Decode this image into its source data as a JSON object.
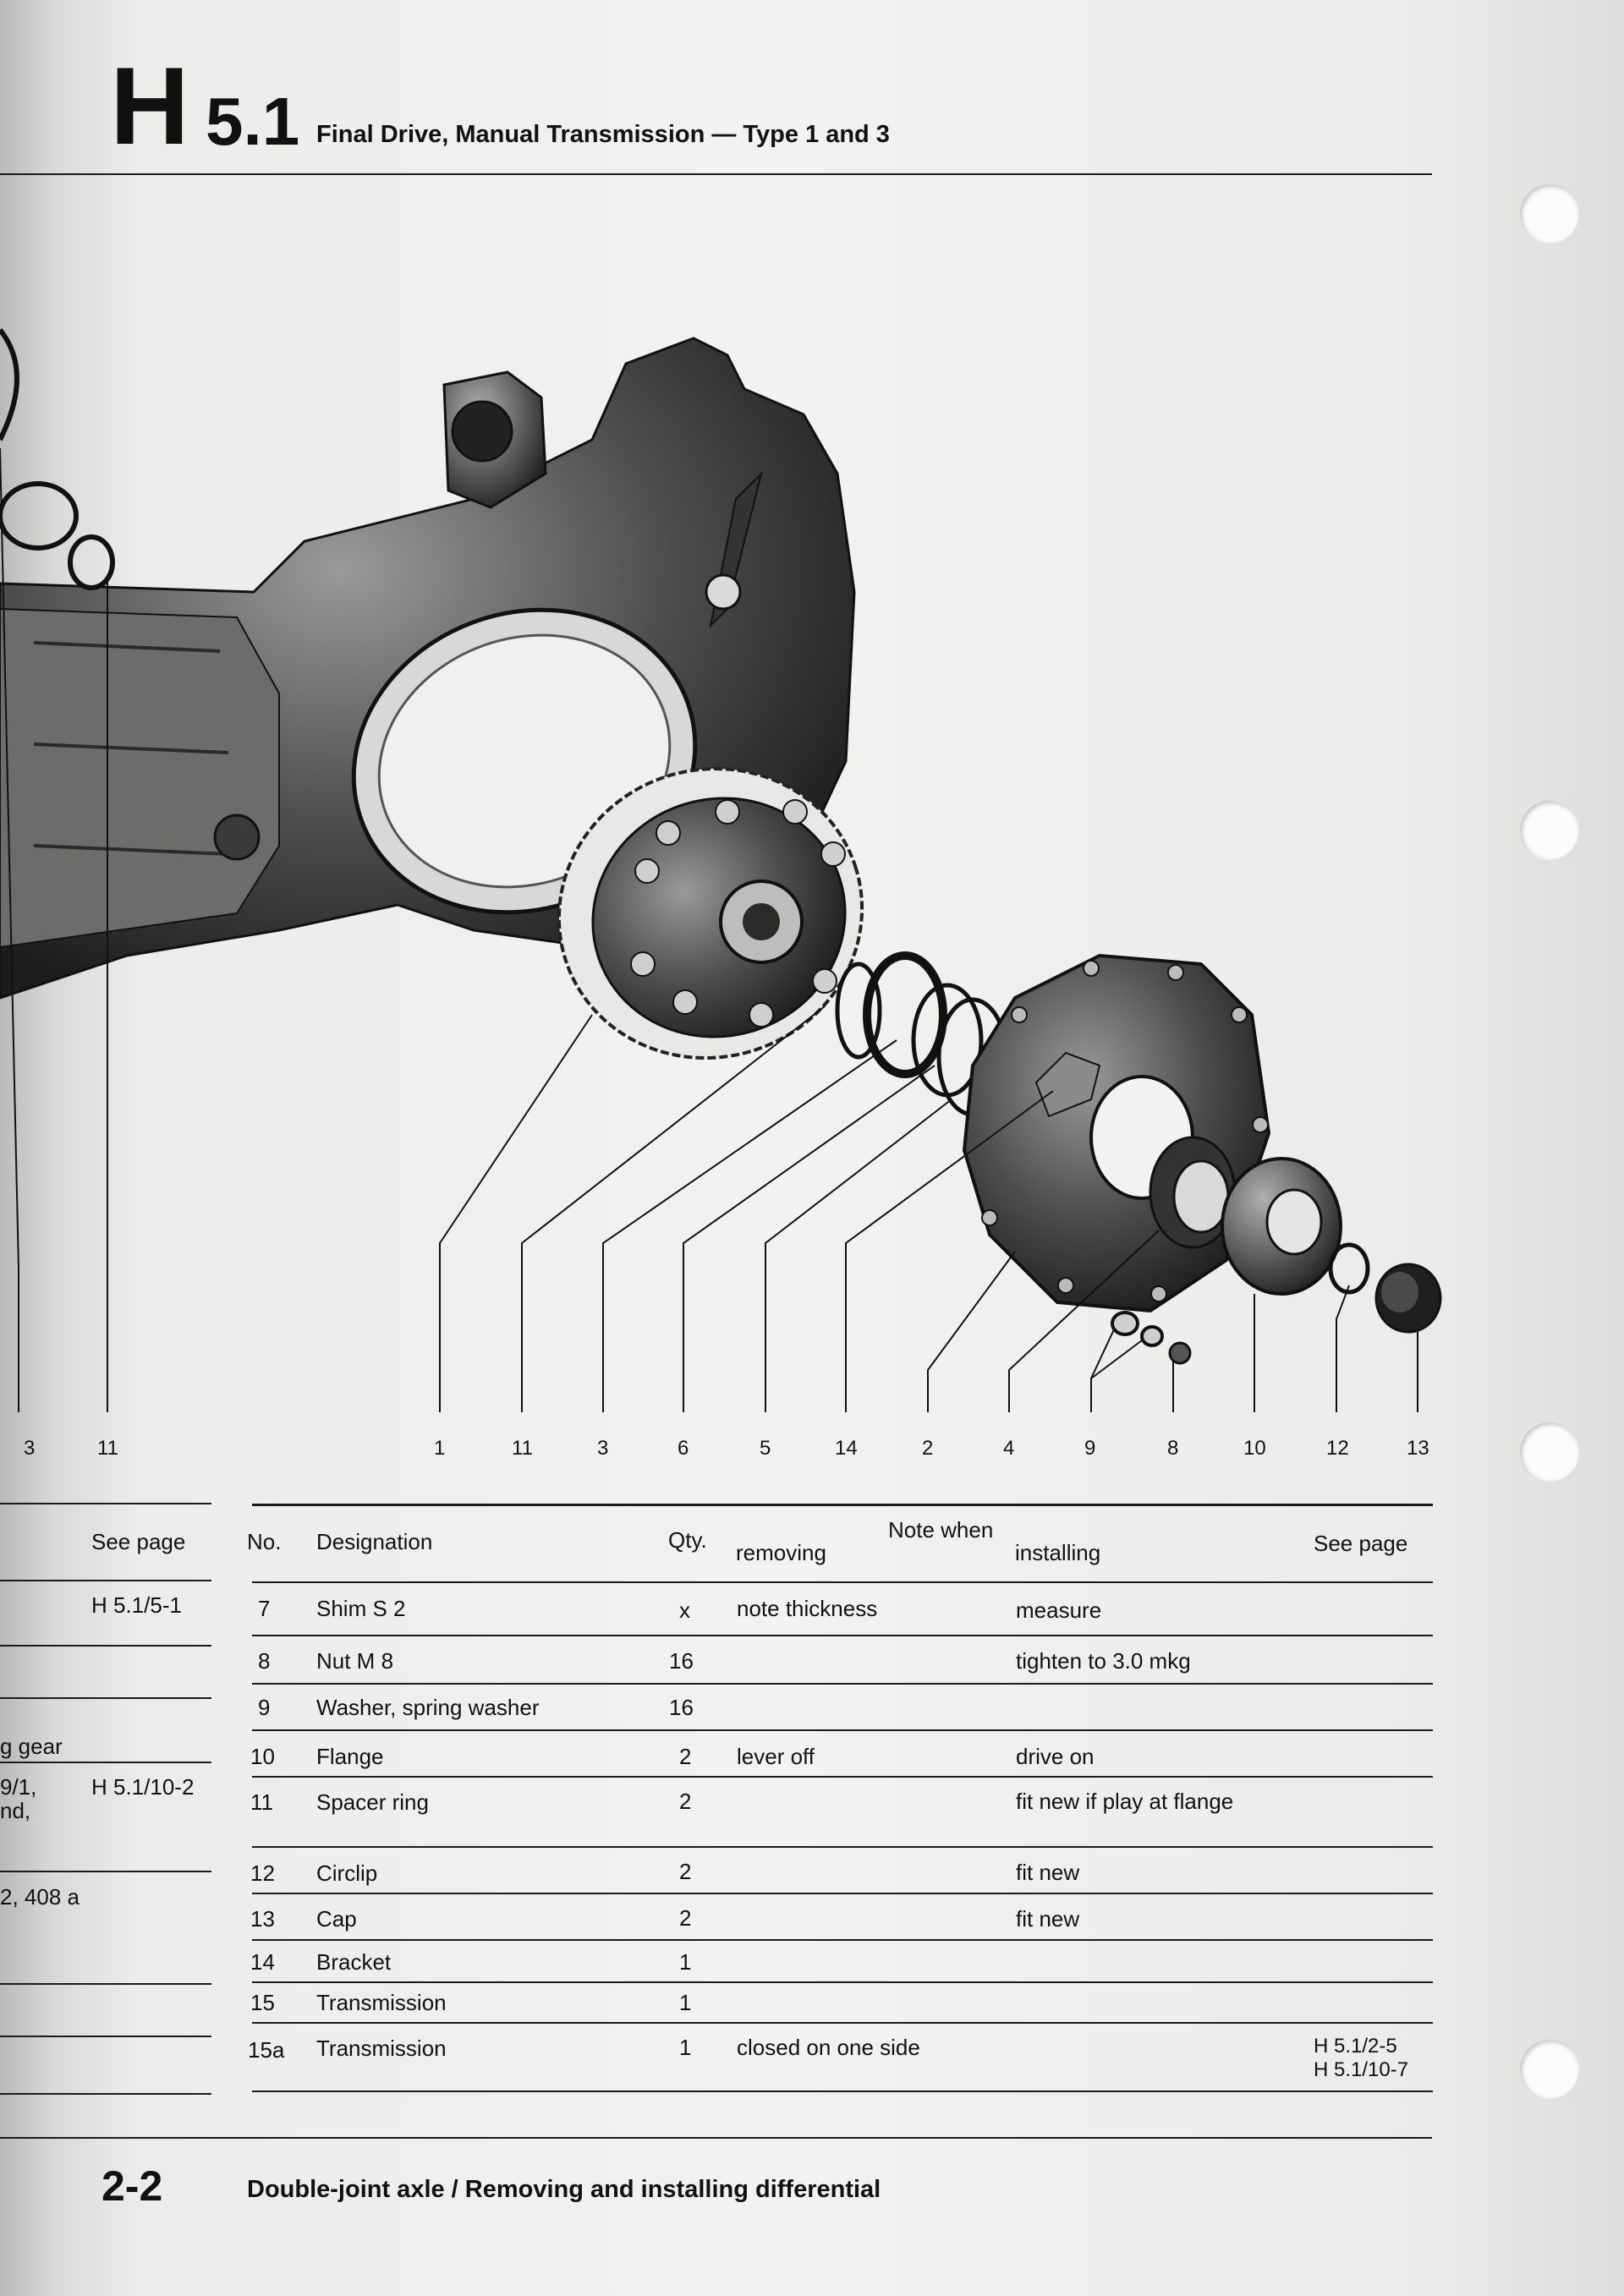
{
  "header": {
    "section_letter": "H",
    "section_number": "5.1",
    "title": "Final Drive, Manual Transmission — Type 1 and 3"
  },
  "diagram": {
    "callouts": [
      {
        "label": "3"
      },
      {
        "label": "11"
      },
      {
        "label": "1"
      },
      {
        "label": "11"
      },
      {
        "label": "3"
      },
      {
        "label": "6"
      },
      {
        "label": "5"
      },
      {
        "label": "14"
      },
      {
        "label": "2"
      },
      {
        "label": "4"
      },
      {
        "label": "9"
      },
      {
        "label": "8"
      },
      {
        "label": "10"
      },
      {
        "label": "12"
      },
      {
        "label": "13"
      }
    ]
  },
  "left_table": {
    "header": "See page",
    "fragments": [
      "H 5.1/5-1",
      "g gear",
      "9/1,",
      "nd,",
      "H 5.1/10-2",
      "2, 408 a"
    ]
  },
  "parts_table": {
    "headers": {
      "no": "No.",
      "designation": "Designation",
      "qty": "Qty.",
      "note_when": "Note when",
      "removing": "removing",
      "installing": "installing",
      "see_page": "See page"
    },
    "rows": [
      {
        "no": "7",
        "designation": "Shim S 2",
        "qty": "x",
        "removing": "note thickness",
        "installing": "measure",
        "see_page": ""
      },
      {
        "no": "8",
        "designation": "Nut M 8",
        "qty": "16",
        "removing": "",
        "installing": "tighten to 3.0 mkg",
        "see_page": ""
      },
      {
        "no": "9",
        "designation": "Washer, spring washer",
        "qty": "16",
        "removing": "",
        "installing": "",
        "see_page": ""
      },
      {
        "no": "10",
        "designation": "Flange",
        "qty": "2",
        "removing": "lever off",
        "installing": "drive on",
        "see_page": ""
      },
      {
        "no": "11",
        "designation": "Spacer ring",
        "qty": "2",
        "removing": "",
        "installing": "fit new if play at flange",
        "see_page": ""
      },
      {
        "no": "12",
        "designation": "Circlip",
        "qty": "2",
        "removing": "",
        "installing": "fit new",
        "see_page": ""
      },
      {
        "no": "13",
        "designation": "Cap",
        "qty": "2",
        "removing": "",
        "installing": "fit new",
        "see_page": ""
      },
      {
        "no": "14",
        "designation": "Bracket",
        "qty": "1",
        "removing": "",
        "installing": "",
        "see_page": ""
      },
      {
        "no": "15",
        "designation": "Transmission",
        "qty": "1",
        "removing": "",
        "installing": "",
        "see_page": ""
      },
      {
        "no": "15a",
        "designation": "Transmission",
        "qty": "1",
        "removing": "closed on one side",
        "installing": "",
        "see_page": "H 5.1/2-5",
        "see_page_2": "H 5.1/10-7"
      }
    ]
  },
  "footer": {
    "page_number": "2-2",
    "title": "Double-joint axle / Removing and installing differential"
  }
}
